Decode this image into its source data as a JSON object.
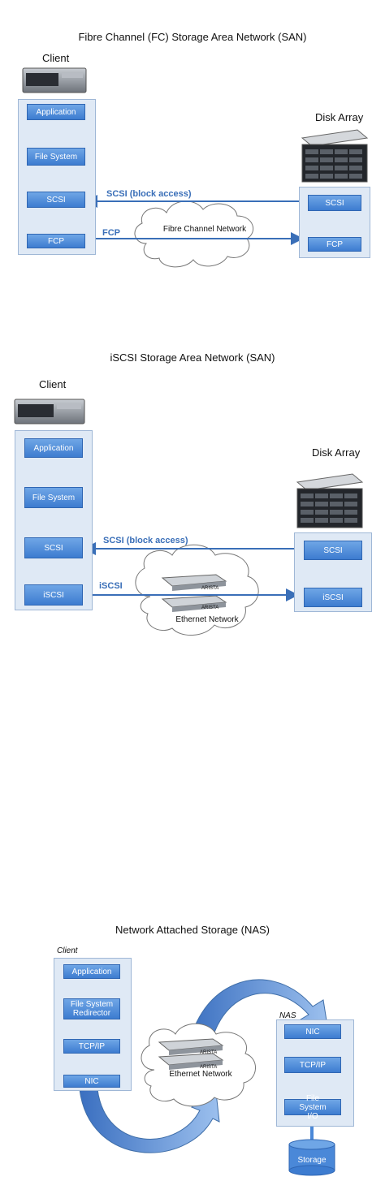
{
  "fc": {
    "title": "Fibre Channel (FC) Storage Area Network (SAN)",
    "client_label": "Client",
    "array_label": "Disk Array",
    "client_stack": [
      "Application",
      "File System",
      "SCSI",
      "FCP"
    ],
    "array_stack": [
      "SCSI",
      "FCP"
    ],
    "link_scsi": "SCSI (block access)",
    "link_fcp": "FCP",
    "network": "Fibre Channel Network"
  },
  "iscsi": {
    "title": "iSCSI Storage Area Network (SAN)",
    "client_label": "Client",
    "array_label": "Disk Array",
    "client_stack": [
      "Application",
      "File System",
      "SCSI",
      "iSCSI"
    ],
    "array_stack": [
      "SCSI",
      "iSCSI"
    ],
    "link_scsi": "SCSI (block access)",
    "link_iscsi": "iSCSI",
    "network": "Ethernet Network",
    "switch_brand": "ARISTA"
  },
  "nas": {
    "title": "Network Attached Storage (NAS)",
    "client_label": "Client",
    "nas_label": "NAS",
    "client_stack": [
      "Application",
      "File System Redirector",
      "TCP/IP",
      "NIC"
    ],
    "nas_stack": [
      "NIC",
      "TCP/IP",
      "File System I/O"
    ],
    "storage": "Storage",
    "network": "Ethernet Network",
    "switch_brand": "ARISTA"
  },
  "colors": {
    "box": "#4a88d8",
    "panel": "#dfe9f5",
    "link": "#3a6fb8"
  }
}
